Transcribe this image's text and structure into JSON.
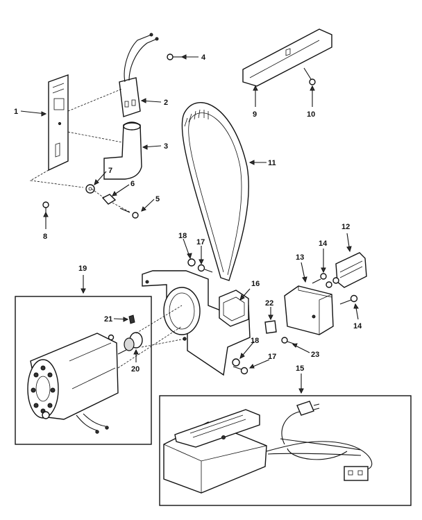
{
  "callouts": {
    "c1": "1",
    "c2": "2",
    "c3": "3",
    "c4": "4",
    "c5": "5",
    "c6": "6",
    "c7": "7",
    "c8": "8",
    "c9": "9",
    "c10": "10",
    "c11": "11",
    "c12": "12",
    "c13": "13",
    "c14a": "14",
    "c14b": "14",
    "c15": "15",
    "c16": "16",
    "c17a": "17",
    "c17b": "17",
    "c18a": "18",
    "c18b": "18",
    "c19": "19",
    "c20": "20",
    "c21": "21",
    "c22": "22",
    "c23": "23"
  }
}
